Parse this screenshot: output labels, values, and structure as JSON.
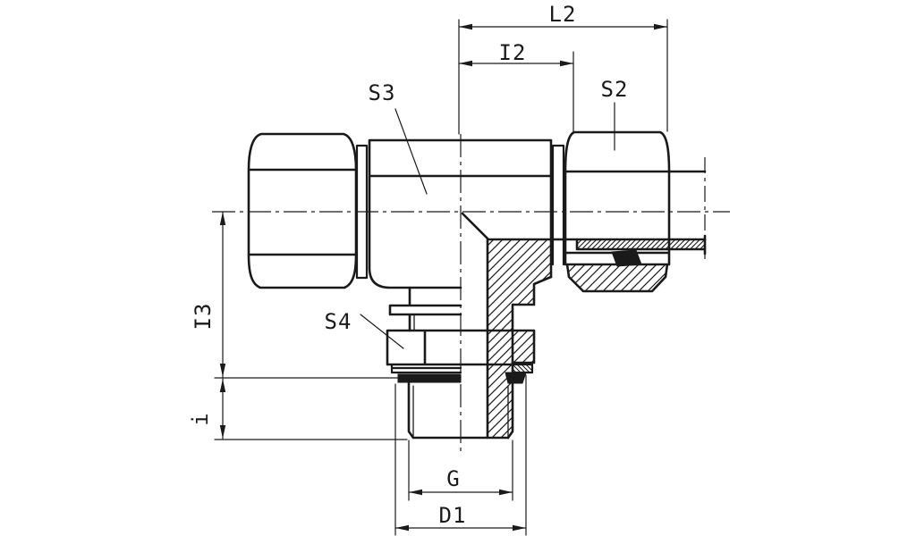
{
  "drawing": {
    "type": "technical-engineering-drawing",
    "subject": "Adjustable tee tube fitting, half-sectioned side view with hatched cut surfaces, tube stub on right and threaded stud with seal at bottom",
    "colors": {
      "background": "#ffffff",
      "line": "#1a1a1a",
      "hatch": "#1a1a1a",
      "seal_fill": "#1a1a1a"
    },
    "annotations": {
      "top": [
        {
          "id": "L2",
          "label": "L2"
        },
        {
          "id": "I2",
          "label": "I2"
        }
      ],
      "leaders": [
        {
          "id": "S3",
          "label": "S3"
        },
        {
          "id": "S2",
          "label": "S2"
        },
        {
          "id": "S4",
          "label": "S4"
        }
      ],
      "left": [
        {
          "id": "I3",
          "label": "I3"
        },
        {
          "id": "i",
          "label": "i"
        }
      ],
      "bottom": [
        {
          "id": "G",
          "label": "G"
        },
        {
          "id": "D1",
          "label": "D1"
        }
      ]
    }
  }
}
